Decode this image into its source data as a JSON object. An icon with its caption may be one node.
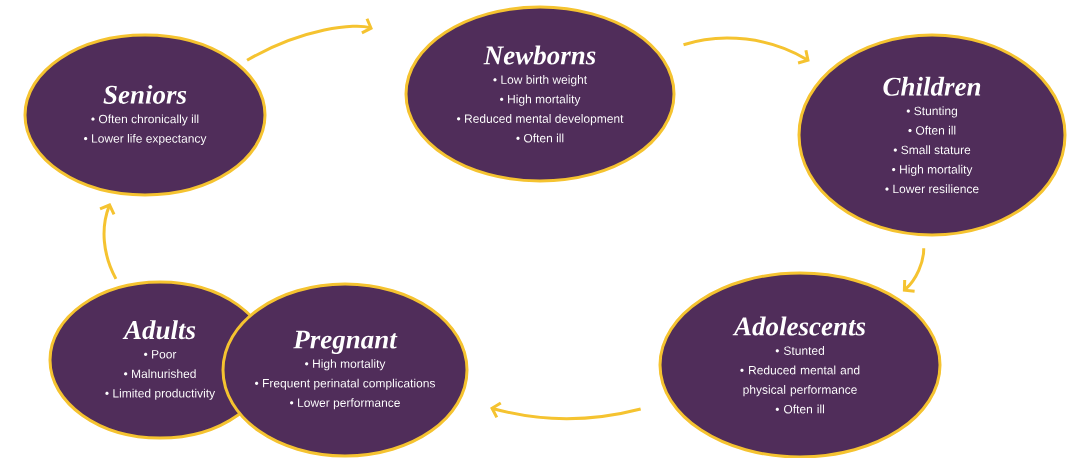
{
  "diagram": {
    "nodes": [
      {
        "text": [
          "Seniors",
          "• Often chronically ill",
          "• Lower life expectancy"
        ]
      },
      {
        "text": [
          "Newborns",
          "• Low birth weight",
          "• High mortality",
          "• Reduced mental development",
          "• Often ill"
        ]
      },
      {
        "text": [
          "Children",
          "• Stunting",
          "• Often ill",
          "• Small stature",
          "• High mortality",
          "• Lower resilience"
        ]
      },
      {
        "text": [
          "Adults",
          "• Poor",
          "• Malnurished",
          "• Limited productivity"
        ]
      },
      {
        "text": [
          "Pregnant",
          "• High mortality",
          "• Frequent perinatal complications",
          "• Lower performance"
        ]
      },
      {
        "text": [
          "Adolescents",
          "• Stunted",
          "• Reduced mental and physical performance",
          "• Often ill"
        ]
      }
    ],
    "edges": [
      {
        "from": 0,
        "to": 1,
        "arrow": "to"
      },
      {
        "from": 1,
        "to": 2,
        "arrow": "to"
      },
      {
        "from": 2,
        "to": 5,
        "arrow": "to"
      },
      {
        "from": 5,
        "to": 4,
        "arrow": "to"
      },
      {
        "from": 3,
        "to": 0,
        "arrow": "to"
      }
    ]
  }
}
